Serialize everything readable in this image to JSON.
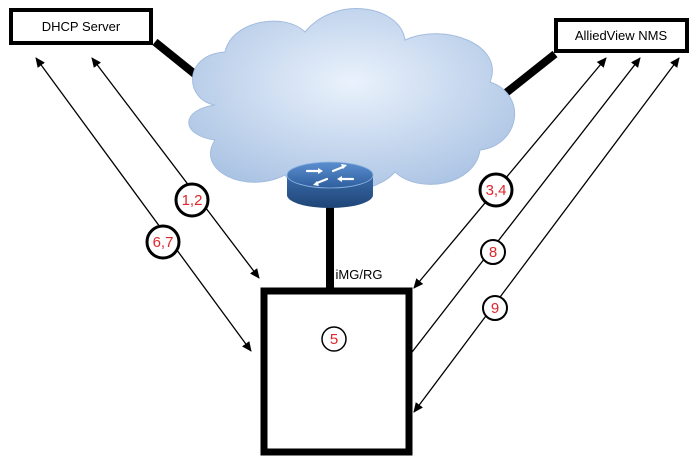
{
  "nodes": {
    "dhcp_server": {
      "label": "DHCP Server"
    },
    "nms": {
      "label": "AlliedView NMS"
    },
    "img_rg": {
      "label": "iMG/RG"
    }
  },
  "steps": {
    "s12": "1,2",
    "s67": "6,7",
    "s34": "3,4",
    "s8": "8",
    "s9": "9",
    "s5": "5"
  },
  "colors": {
    "step_text": "#e0262b",
    "cloud_light": "#e4eefa",
    "cloud_dark": "#a9c2e3",
    "router": "#3a74b3"
  },
  "icons": [
    "cloud-icon",
    "router-icon"
  ]
}
